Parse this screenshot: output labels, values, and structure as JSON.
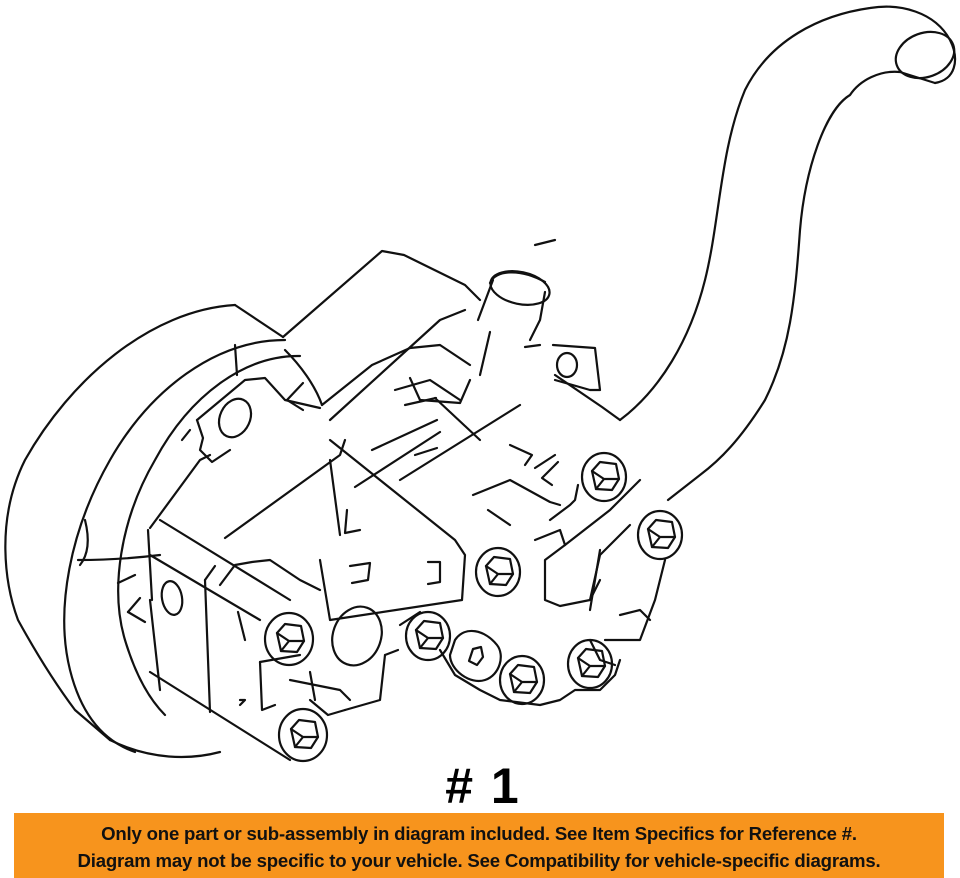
{
  "diagram": {
    "subject": "power-steering-pump-assembly",
    "reference_label": "# 1"
  },
  "banner": {
    "background_color": "#F7941D",
    "text_color": "#111111",
    "line1": "Only one part or sub-assembly in diagram included. See Item Specifics for Reference #.",
    "line2": "Diagram may not be specific to your vehicle. See Compatibility for vehicle-specific diagrams."
  }
}
